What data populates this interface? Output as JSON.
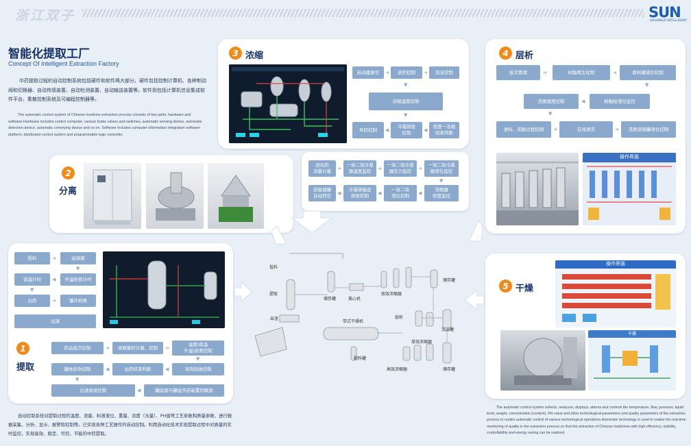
{
  "header": {
    "brand_cn": "浙江双子",
    "logo": "SUN",
    "logo_sub": "SHUANGZI INTELLIGENT"
  },
  "intro": {
    "title_cn": "智能化提取工厂",
    "title_en": "Concept Of Intelligent Extraction Factory",
    "body_cn": "中药提取过程的自动控制系统包括硬件和软件两大部分。硬件包括控制计算机、各种制动阀和切换器、自动传感装置、自动检测装置、自动输送装置等。软件则包括计算机信息集成软件平台、集散控制系统及可编程控制器等。",
    "body_en": "The automatic control system of Chinese medicine extraction process consists of two parts: hardware and software.Hardware includes control computer, various brake valves and switches, automatic sensing device, automatic detection device, automatic conveying device and so on. Software includes computer information integration software platform, distributed control system and programmable logic controller."
  },
  "sections": {
    "s1": {
      "num": "1",
      "title": "提取"
    },
    "s2": {
      "num": "2",
      "title": "分离"
    },
    "s3": {
      "num": "3",
      "title": "浓缩"
    },
    "s4": {
      "num": "4",
      "title": "层析"
    },
    "s5": {
      "num": "5",
      "title": "干燥"
    }
  },
  "flow_extract_top": {
    "b1": "投料",
    "b2": "加溶媒",
    "b3": "保温计时",
    "b4": "升温煎煮计时",
    "b5": "出药",
    "b6": "循环煎煮",
    "b7": "出渣"
  },
  "flow_extract_bottom": {
    "b1": "药品批次控制",
    "b2": "溶媒量的计量、控制",
    "b3": "温度\\保温\\n升温\\煎煮控制",
    "b4": "罐体反吹控制",
    "b5": "出药结束判断",
    "b6": "溶剂回收控制",
    "b7": "出渣系统控制",
    "b8": "罐底锁与罐底开启装置的联锁"
  },
  "flow_concentrate": {
    "b1": "启动建真空",
    "b2": "进药控制",
    "b3": "泡沫控制",
    "b4": "浓缩温度控制",
    "b5": "导药控制",
    "b6": "冷凝排放\\n控制",
    "b7": "密度一浓缩\\n结束判断"
  },
  "flow_concentrate_2": {
    "b1": "进出药\\n流量计量",
    "b2": "一效二效冷凝\\n器温度监控",
    "b3": "一效二效冷凝\\n器压力监控",
    "b4": "一效二效冷凝\\n器液位监控",
    "b5": "前级储罐\\n自动判空",
    "b6": "冷凝液输送\\n排放控制",
    "b7": "一效二效\\n液位控制",
    "b8": "浓缩器\\n密度监控"
  },
  "flow_chromatography": {
    "b1": "批次管理",
    "b2": "树脂再生控制",
    "b3": "原料罐液位控制",
    "b4": "洗脱速度控制",
    "b5": "树脂柱液位监控",
    "b6": "进料、洗脱过程控制",
    "b7": "在线清洗",
    "b8": "洗脱液储罐液位控制"
  },
  "screen_titles": {
    "s4": "操作界面",
    "s5a": "操作界面",
    "s5b": "干燥"
  },
  "process_labels": {
    "l1": "投料",
    "l2": "提取",
    "l3": "出渣",
    "l4": "储存罐",
    "l5": "离心机",
    "l6": "双效浓缩器",
    "l7": "储存罐",
    "l8": "层析",
    "l9": "沉淀罐",
    "l10": "带式干燥机",
    "l11": "单效浓缩器",
    "l12": "配料罐",
    "l13": "高效浓缩器",
    "l14": "储存罐"
  },
  "bottom_text": "自动控制系统对提取过程的温度、流量、料液液位、重量、浓度（含量）、PH值等工艺参数和质量参数、进行数据采集、分析、显示、报警和控制等。已实现各种工艺操作的自动控制。利用自动化技术实现提取过程中对质量的实时监控，实现高效、稳定、可控、节能的中药提取。",
  "right_text": "The automatic control system collects, analyzes, displays, alarms and controls the temperature, flow, pressure, liquid level, weight, concentration (content), PH value and other technological parameters and quality parameters of the extraction process to realize automatic control of various technological operations.Automatic technology is used to realize the real-time monitoring of quality in the extraction process so that the extraction of Chinese medicines with high efficiency, stability, controllability and energy saving can be realized.",
  "colors": {
    "accent": "#f08a18",
    "flow_box": "#8aa9cd",
    "title": "#17346a",
    "background": "#e9eff6"
  }
}
